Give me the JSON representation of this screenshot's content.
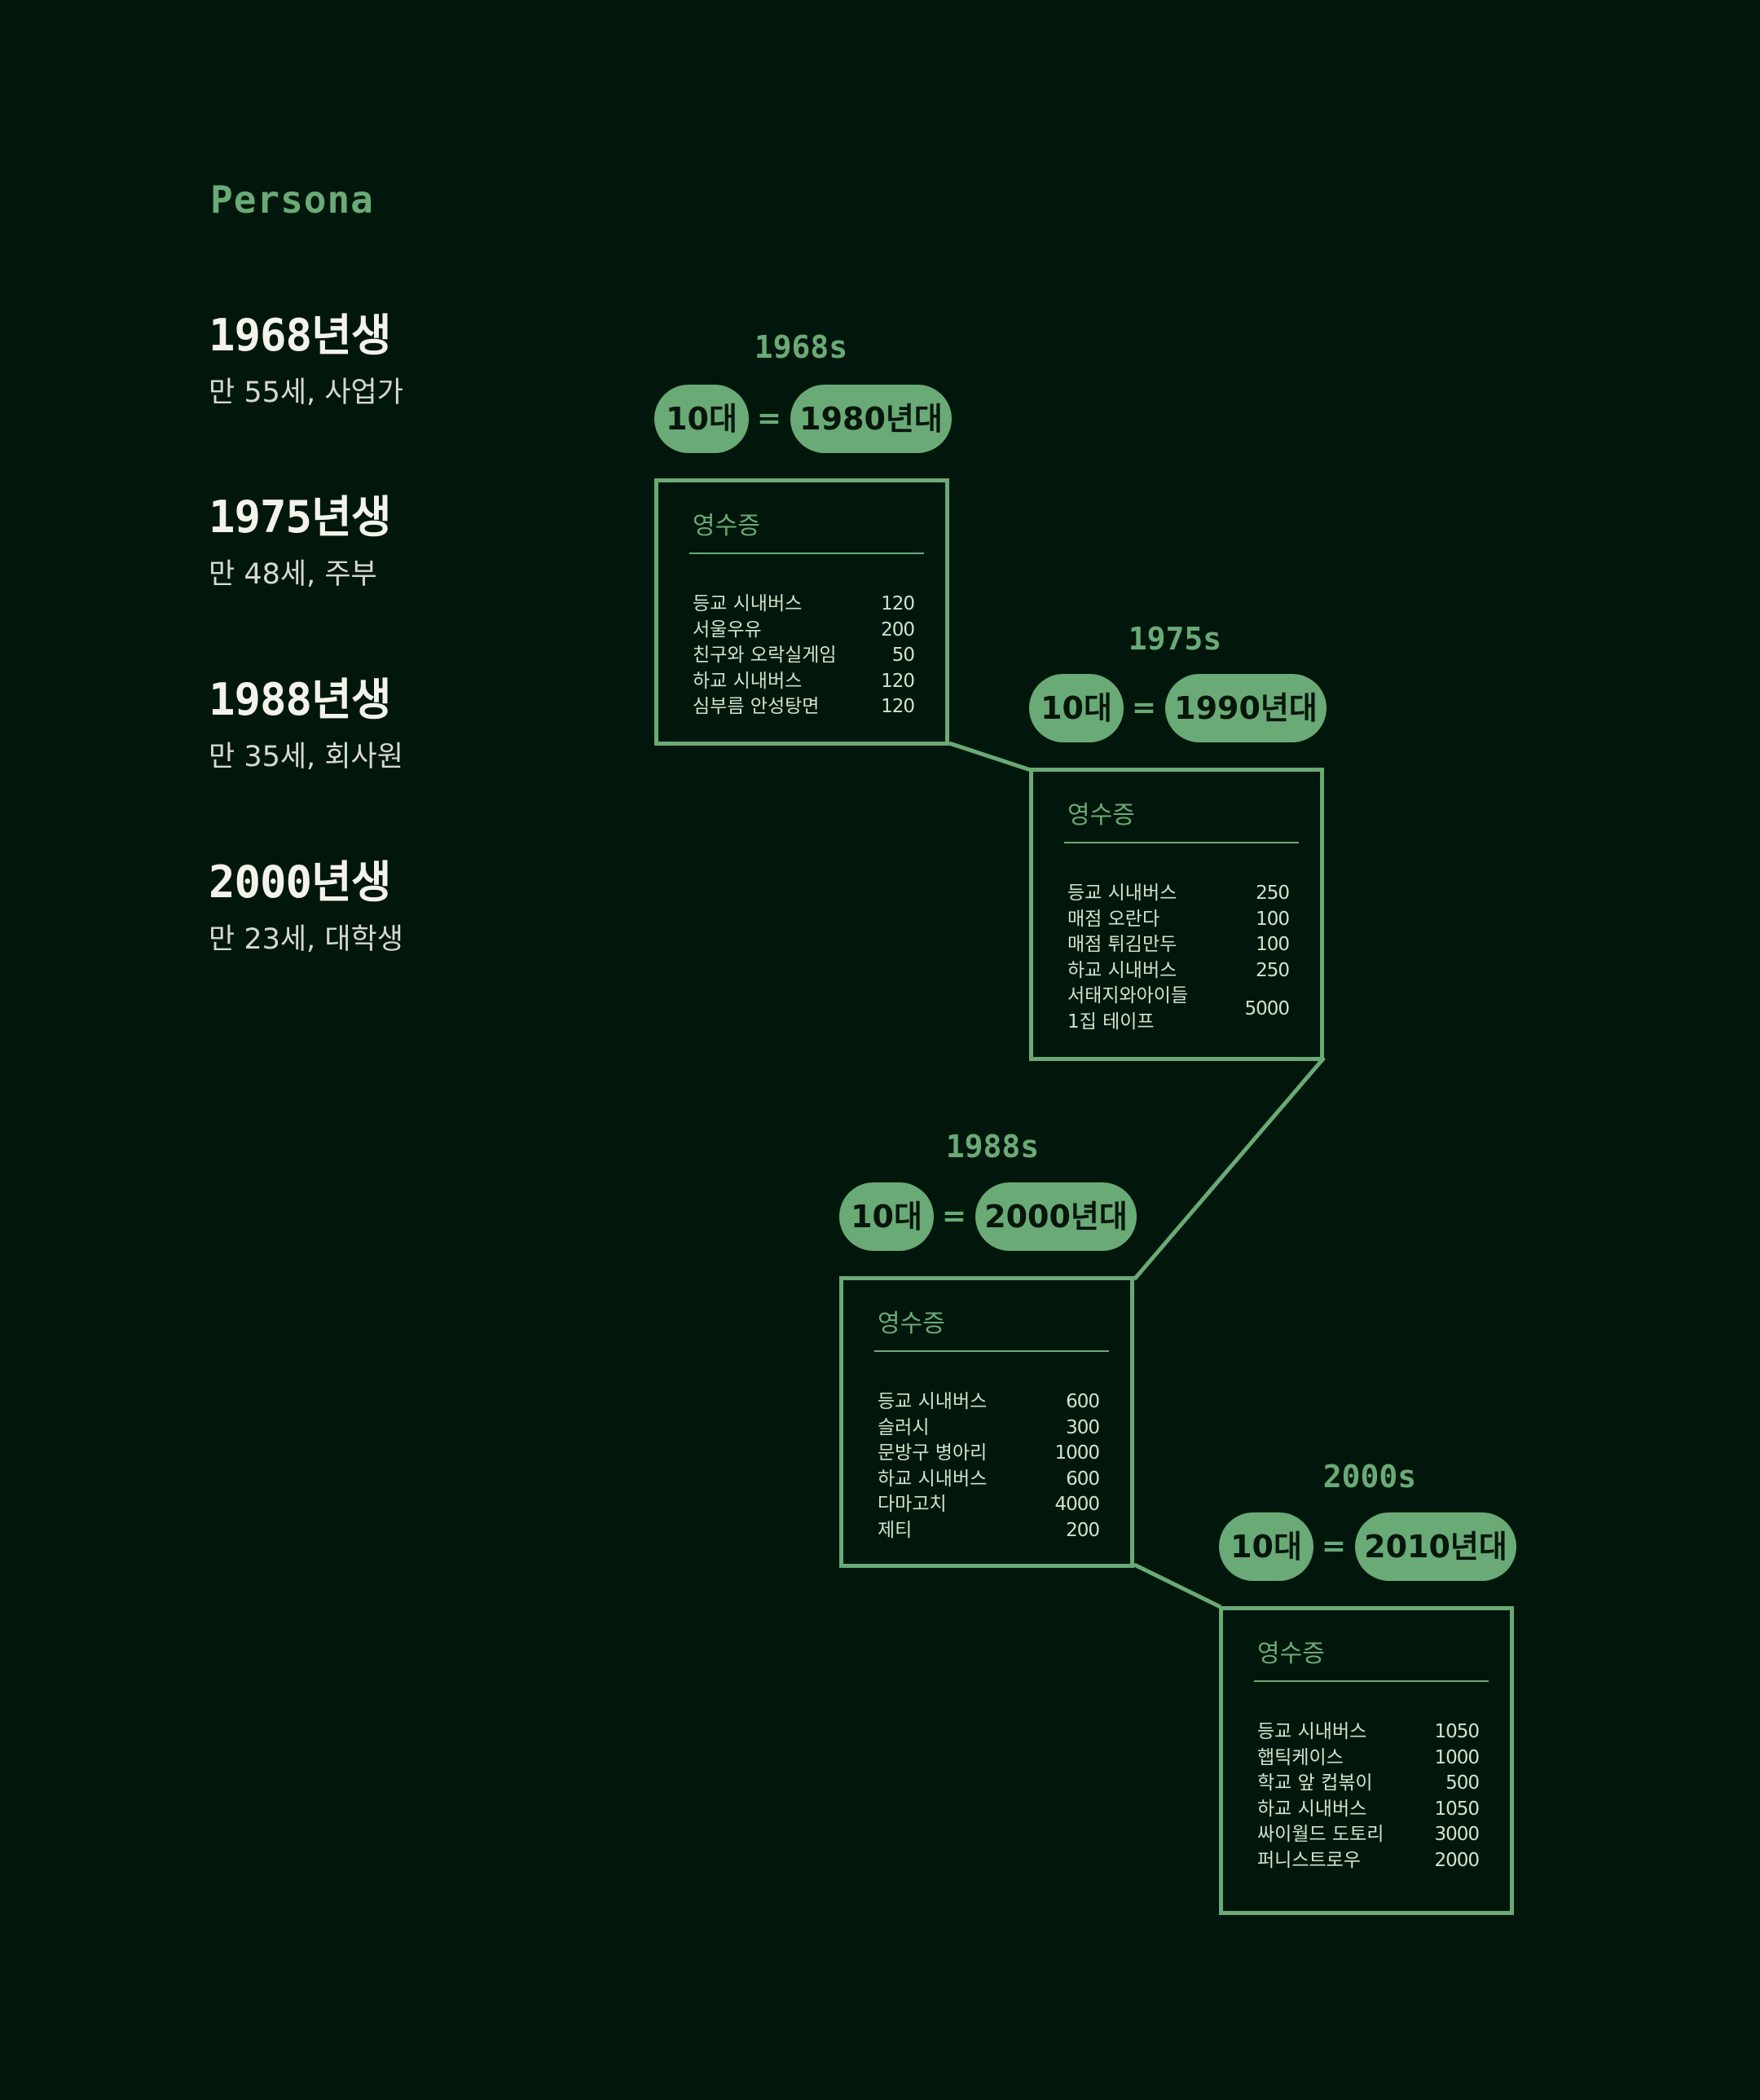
{
  "section_title": "Persona",
  "personas": [
    {
      "year": "1968년생",
      "desc": "만 55세, 사업가"
    },
    {
      "year": "1975년생",
      "desc": "만 48세, 주부"
    },
    {
      "year": "1988년생",
      "desc": "만 35세, 회사원"
    },
    {
      "year": "2000년생",
      "desc": "만 23세, 대학생"
    }
  ],
  "timeline": [
    {
      "era": "1968s",
      "age": "10대",
      "equals": "=",
      "decade": "1980년대",
      "receipt_title": "영수증",
      "items": [
        {
          "name": "등교 시내버스",
          "price": "120"
        },
        {
          "name": "서울우유",
          "price": "200"
        },
        {
          "name": "친구와 오락실게임",
          "price": "50"
        },
        {
          "name": "하교 시내버스",
          "price": "120"
        },
        {
          "name": "심부름 안성탕면",
          "price": "120"
        }
      ]
    },
    {
      "era": "1975s",
      "age": "10대",
      "equals": "=",
      "decade": "1990년대",
      "receipt_title": "영수증",
      "items": [
        {
          "name": "등교 시내버스",
          "price": "250"
        },
        {
          "name": "매점 오란다",
          "price": "100"
        },
        {
          "name": "매점 튀김만두",
          "price": "100"
        },
        {
          "name": "하교 시내버스",
          "price": "250"
        },
        {
          "name": "서태지와아이들\n1집 테이프",
          "price": "5000"
        }
      ]
    },
    {
      "era": "1988s",
      "age": "10대",
      "equals": "=",
      "decade": "2000년대",
      "receipt_title": "영수증",
      "items": [
        {
          "name": "등교 시내버스",
          "price": "600"
        },
        {
          "name": "슬러시",
          "price": "300"
        },
        {
          "name": "문방구 병아리",
          "price": "1000"
        },
        {
          "name": "하교 시내버스",
          "price": "600"
        },
        {
          "name": "다마고치",
          "price": "4000"
        },
        {
          "name": "제티",
          "price": "200"
        }
      ]
    },
    {
      "era": "2000s",
      "age": "10대",
      "equals": "=",
      "decade": "2010년대",
      "receipt_title": "영수증",
      "items": [
        {
          "name": "등교 시내버스",
          "price": "1050"
        },
        {
          "name": "햅틱케이스",
          "price": "1000"
        },
        {
          "name": "학교 앞 컵볶이",
          "price": "500"
        },
        {
          "name": "하교 시내버스",
          "price": "1050"
        },
        {
          "name": "싸이월드 도토리",
          "price": "3000"
        },
        {
          "name": "퍼니스트로우",
          "price": "2000"
        }
      ]
    }
  ],
  "colors": {
    "background": "#02170b",
    "accent": "#6aaa77",
    "text": "#f3f3ec"
  }
}
